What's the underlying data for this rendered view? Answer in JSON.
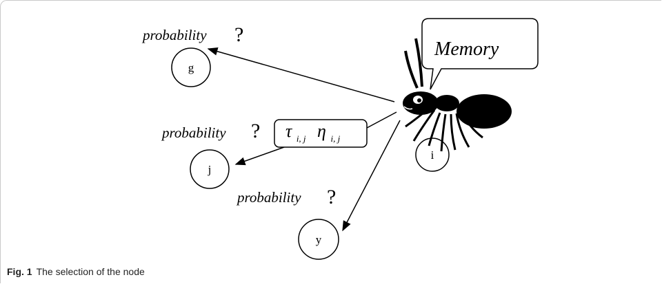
{
  "labels": {
    "prob_g": "probability",
    "prob_j": "probability",
    "prob_y": "probability",
    "question": "?",
    "memory": "Memory",
    "tau": "τ",
    "tau_sub": "i, j",
    "eta": "η",
    "eta_sub": "i, j"
  },
  "nodes": {
    "g": "g",
    "j": "j",
    "y": "y",
    "i": "i"
  },
  "caption": {
    "label": "Fig. 1",
    "text": "The selection of the node"
  }
}
